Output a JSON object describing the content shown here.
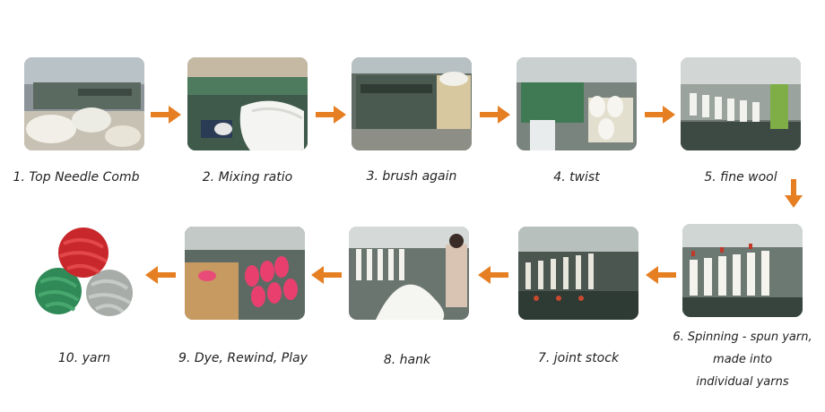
{
  "accent_color": "#e67e22",
  "steps": [
    {
      "n": 1,
      "label": "1. Top Needle Comb",
      "icon": "top-needle-comb-photo"
    },
    {
      "n": 2,
      "label": "2. Mixing ratio",
      "icon": "mixing-ratio-photo"
    },
    {
      "n": 3,
      "label": "3. brush again",
      "icon": "brush-again-photo"
    },
    {
      "n": 4,
      "label": "4. twist",
      "icon": "twist-photo"
    },
    {
      "n": 5,
      "label": "5. fine wool",
      "icon": "fine-wool-photo"
    },
    {
      "n": 6,
      "label": [
        "6. Spinning - spun yarn,",
        "made into",
        "individual yarns"
      ],
      "icon": "spinning-photo"
    },
    {
      "n": 7,
      "label": "7. joint stock",
      "icon": "joint-stock-photo"
    },
    {
      "n": 8,
      "label": "8. hank",
      "icon": "hank-photo"
    },
    {
      "n": 9,
      "label": "9. Dye, Rewind, Play",
      "icon": "dye-rewind-photo"
    },
    {
      "n": 10,
      "label": "10. yarn",
      "icon": "yarn-balls-photo"
    }
  ]
}
